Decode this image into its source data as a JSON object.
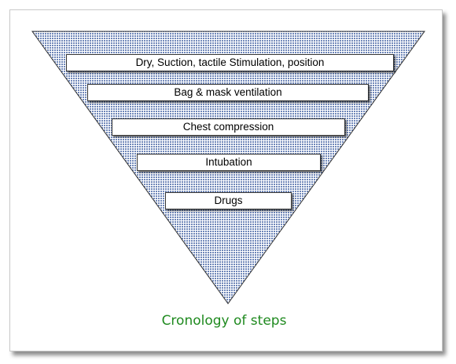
{
  "steps": [
    {
      "label": "Dry, Suction, tactile Stimulation, position"
    },
    {
      "label": "Bag & mask ventilation"
    },
    {
      "label": "Chest compression"
    },
    {
      "label": "Intubation"
    },
    {
      "label": "Drugs"
    }
  ],
  "caption": "Cronology of steps",
  "colors": {
    "pattern_fill": "#6e86b8",
    "pattern_background": "#ffffff",
    "caption": "#1f8a1f"
  }
}
